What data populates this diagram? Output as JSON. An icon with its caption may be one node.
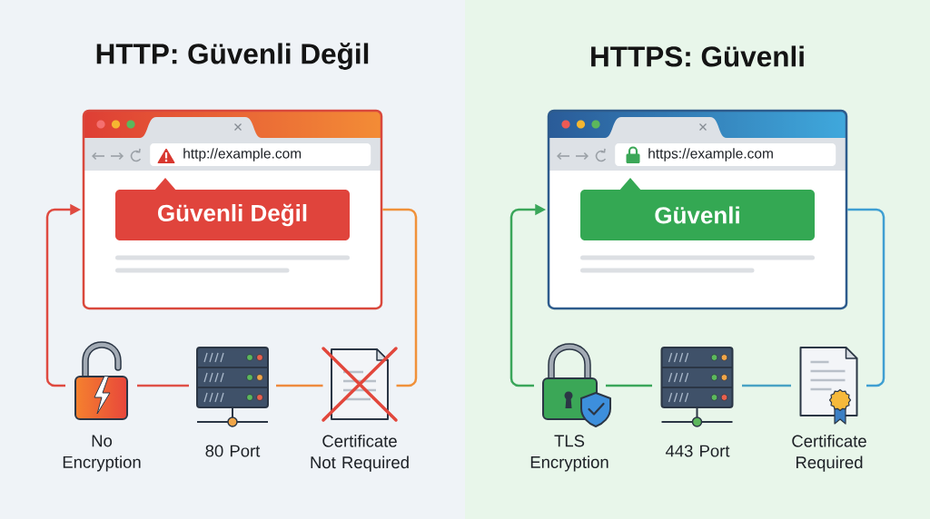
{
  "diagram": {
    "nodes": [
      {
        "text": [
          "HTTP: Güvenli Değil"
        ]
      },
      {
        "text": [],
        "shape": "window",
        "in": 0
      },
      {
        "text": [
          "http://example.com"
        ],
        "in": 1
      },
      {
        "text": [
          "Güvenli Değil"
        ],
        "in": 1
      },
      {
        "text": [
          "No Encryption"
        ],
        "in": 0
      },
      {
        "text": [
          "80 Port"
        ],
        "in": 0
      },
      {
        "text": [
          "Certificate Not Required"
        ],
        "in": 0
      },
      {
        "text": [
          "HTTPS: Güvenli"
        ]
      },
      {
        "text": [],
        "shape": "window",
        "in": 7
      },
      {
        "text": [
          "https://example.com"
        ],
        "in": 8
      },
      {
        "text": [
          "Güvenli"
        ],
        "in": 8
      },
      {
        "text": [
          "TLS Encryption"
        ],
        "in": 7
      },
      {
        "text": [
          "443 Port"
        ],
        "in": 7
      },
      {
        "text": [
          "Certificate Required"
        ],
        "in": 7
      }
    ],
    "edges": [
      {
        "from": 1,
        "to": 6,
        "arrow": "none",
        "color": "#f0913a"
      },
      {
        "from": 6,
        "to": 5,
        "arrow": "none",
        "color": "#ee8a3e"
      },
      {
        "from": 5,
        "to": 4,
        "arrow": "none",
        "color": "#df5047"
      },
      {
        "from": 4,
        "to": 1,
        "arrow": "to",
        "color": "#df4a40"
      },
      {
        "from": 8,
        "to": 13,
        "arrow": "none",
        "color": "#3f9fd2"
      },
      {
        "from": 13,
        "to": 12,
        "arrow": "none",
        "color": "#48a2c4"
      },
      {
        "from": 12,
        "to": 11,
        "arrow": "none",
        "color": "#3aa65a"
      },
      {
        "from": 11,
        "to": 8,
        "arrow": "to",
        "color": "#3aa65a"
      }
    ]
  }
}
